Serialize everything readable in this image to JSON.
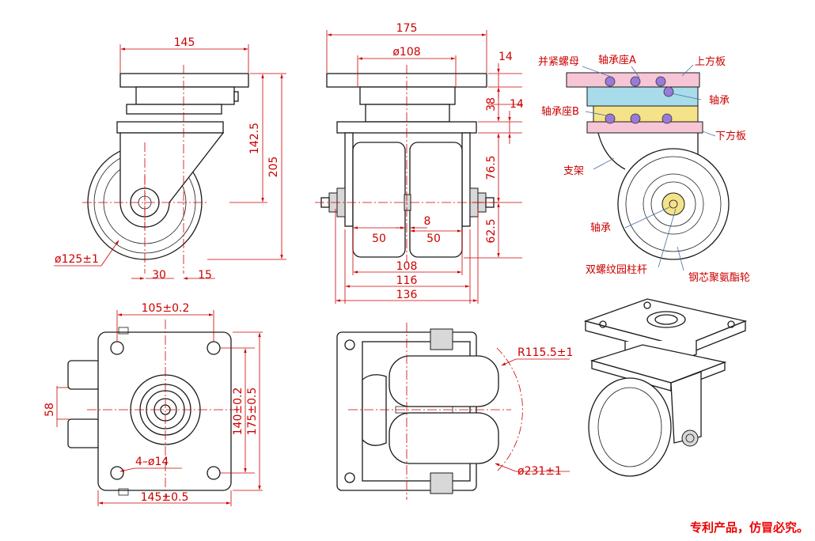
{
  "dimensions": {
    "side_top_width": "145",
    "side_height_upper": "142.5",
    "side_height_total": "205",
    "side_wheel_dia": "ø125±1",
    "side_offset": "30",
    "side_offset2": "15",
    "front_top_width": "175",
    "front_bolt_circle": "ø108",
    "front_plate_thk": "14",
    "front_bearing_h": "38",
    "front_plate2_thk": "14",
    "front_h1": "76.5",
    "front_h2": "62.5",
    "front_wheel_w1": "50",
    "front_gap": "8",
    "front_wheel_w2": "50",
    "front_w108": "108",
    "front_w116": "116",
    "front_w136": "136",
    "plan_hole_span": "105±0.2",
    "plan_offset": "58",
    "plan_holes": "4–ø14",
    "plan_width": "145±0.5",
    "plan_inner_h": "140±0.2",
    "plan_outer_h": "175±0.5",
    "bottom_swivel_r": "R115.5±1",
    "bottom_swivel_d": "ø231±1"
  },
  "callouts": {
    "lock_nut": "并紧螺母",
    "bearing_seat_a": "轴承座A",
    "top_plate": "上方板",
    "bearing_seat_b": "轴承座B",
    "bearing_top": "轴承",
    "bottom_plate": "下方板",
    "bracket": "支架",
    "bearing_wheel": "轴承",
    "axle": "双螺纹园柱杆",
    "wheel": "钢芯聚氨酯轮"
  },
  "footer": "专利产品，仿冒必究。",
  "colors": {
    "dimension": "#cc0000",
    "outline": "#1a1a1a",
    "footer": "#ee0000"
  }
}
